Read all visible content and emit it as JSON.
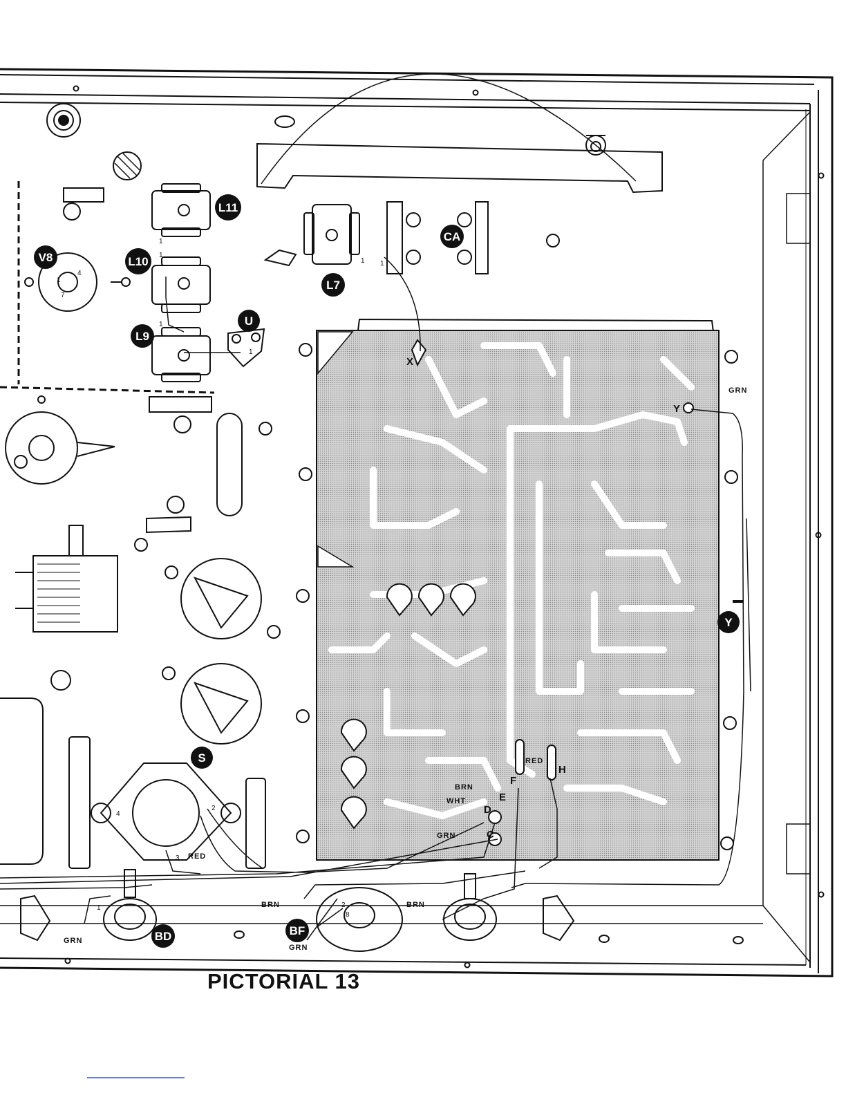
{
  "caption": "PICTORIAL 13",
  "colors": {
    "ink": "#111111",
    "pcb_fill": "#c9c9c9",
    "trace": "#ffffff",
    "footer_line": "#6b7fd8"
  },
  "badges": {
    "L11": "L11",
    "L10": "L10",
    "L9": "L9",
    "L7": "L7",
    "V8": "V8",
    "U": "U",
    "CA": "CA",
    "S": "S",
    "Y_badge": "Y",
    "BD": "BD",
    "BF": "BF"
  },
  "points": {
    "X": "X",
    "Y": "Y",
    "C": "C",
    "D": "D",
    "E": "E",
    "F": "F",
    "H": "H"
  },
  "wire_labels": {
    "grn_top": "GRN",
    "red_h": "RED",
    "brn_e": "BRN",
    "wht_d": "WHT",
    "grn_c": "GRN",
    "red_s": "RED",
    "brn_left": "BRN",
    "brn_right": "BRN",
    "grn_bd": "GRN",
    "grn_bf": "GRN"
  },
  "pins": {
    "v8_1": "1",
    "v8_4": "4",
    "v8_7": "7",
    "l11_1": "1",
    "l10_1": "1",
    "l9_1": "1",
    "l7_1a": "1",
    "l7_1b": "1",
    "u_1": "1",
    "s_2": "2",
    "s_3": "3",
    "s_4": "4",
    "bf_2": "2",
    "bf_8": "8",
    "bd_1": "1"
  }
}
